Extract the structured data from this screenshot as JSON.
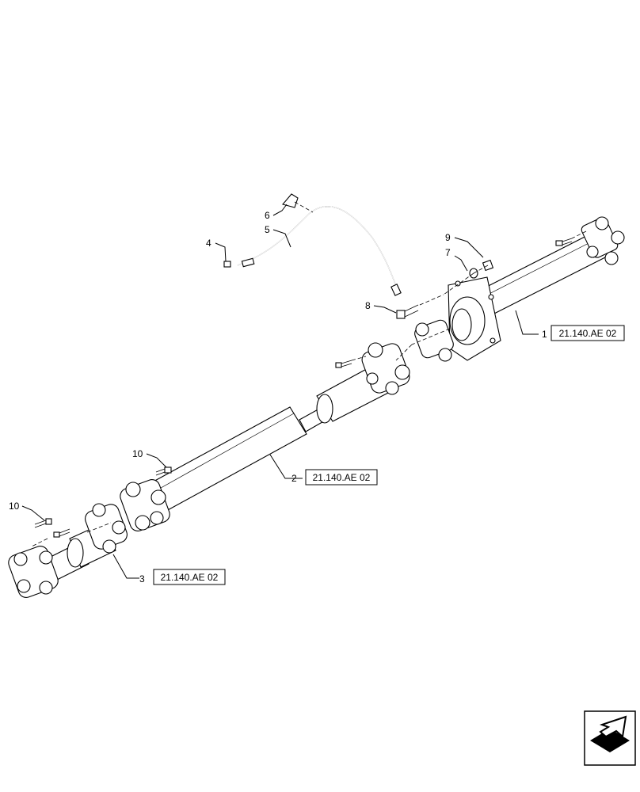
{
  "callouts": {
    "c1": "1",
    "c2": "2",
    "c3": "3",
    "c4": "4",
    "c5": "5",
    "c6": "6",
    "c7": "7",
    "c8": "8",
    "c9": "9",
    "c10a": "10",
    "c10b": "10"
  },
  "references": {
    "r1": "21.140.AE 02",
    "r2": "21.140.AE 02",
    "r3": "21.140.AE 02"
  },
  "icons": {
    "nav": "next-page-arrow-icon"
  }
}
